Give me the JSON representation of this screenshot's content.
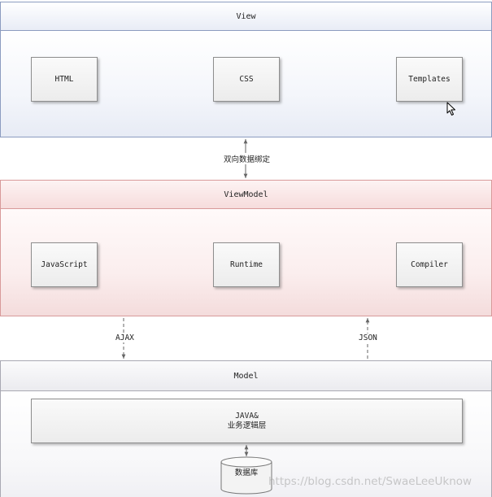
{
  "layers": {
    "view": {
      "title": "View",
      "boxes": [
        "HTML",
        "CSS",
        "Templates"
      ]
    },
    "viewmodel": {
      "title": "ViewModel",
      "boxes": [
        "JavaScript",
        "Runtime",
        "Compiler"
      ]
    },
    "model": {
      "title": "Model",
      "logic_line1": "JAVA&",
      "logic_line2": "业务逻辑层",
      "database": "数据库"
    }
  },
  "connections": {
    "view_viewmodel": "双向数据绑定",
    "to_model": "AJAX",
    "from_model": "JSON"
  },
  "watermark": "https://blog.csdn.net/SwaeLeeUknow",
  "colors": {
    "view_border": "#8c9cc0",
    "viewmodel_border": "#d89a9a",
    "model_border": "#a9a9b3"
  },
  "icons": [
    "cursor-icon",
    "database-icon"
  ]
}
